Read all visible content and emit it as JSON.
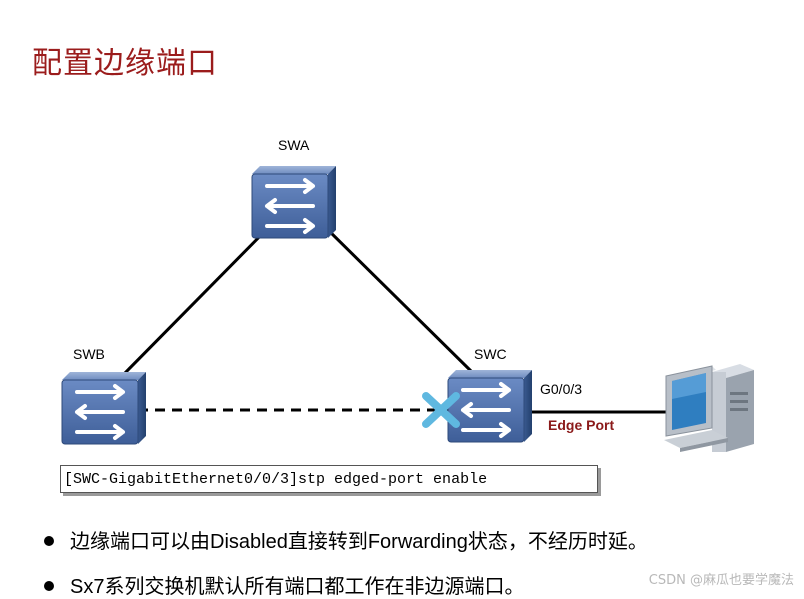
{
  "title": "配置边缘端口",
  "devices": {
    "swa": "SWA",
    "swb": "SWB",
    "swc": "SWC"
  },
  "port_label": "G0/0/3",
  "edge_port_label": "Edge Port",
  "command": "[SWC-GigabitEthernet0/0/3]stp edged-port enable",
  "bullets": [
    "边缘端口可以由Disabled直接转到Forwarding状态，不经历时延。",
    "Sx7系列交换机默认所有端口都工作在非边源端口。"
  ],
  "watermark": "CSDN @麻瓜也要学魔法",
  "colors": {
    "title": "#9b1c1c",
    "edge_port": "#8b1a1a",
    "switch_body": "#4d6ea8",
    "blocked_x": "#5fb8e0"
  }
}
